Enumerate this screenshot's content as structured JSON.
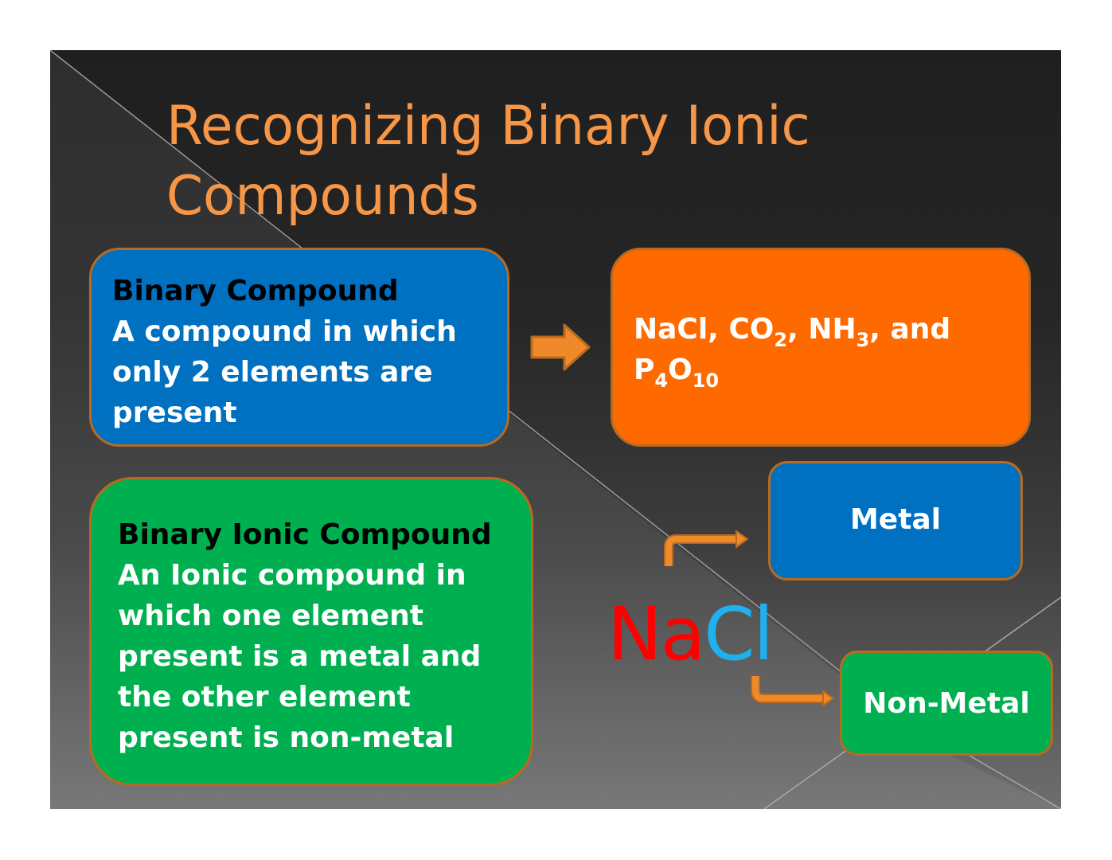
{
  "slide": {
    "title": "Recognizing Binary Ionic Compounds",
    "title_line1": "Recognizing Binary Ionic",
    "title_line2": "Compounds",
    "colors": {
      "title": "#f79646",
      "blue_box": "#0070c0",
      "orange_box": "#ff6a00",
      "green_box": "#00b050",
      "box_border": "#b96a1f",
      "arrow": "#f0892a",
      "na": "#ff0000",
      "cl": "#1fb1ef"
    },
    "binary_compound": {
      "heading": "Binary Compound",
      "line1": "A compound in which",
      "line2": "only 2 elements are",
      "line3": "present"
    },
    "examples": {
      "nacl": "NaCl, ",
      "co": "CO",
      "co_sub": "2",
      "sep1": ", NH",
      "nh_sub": "3",
      "and": ", and",
      "p": "P",
      "p_sub": "4",
      "o": "O",
      "o_sub": "10"
    },
    "binary_ionic_compound": {
      "heading": "Binary Ionic Compound",
      "line1": "An Ionic compound in",
      "line2": "which one element",
      "line3": "present is a metal and",
      "line4": "the other element",
      "line5": "present is non-metal"
    },
    "formula": {
      "metal_part": "Na",
      "nonmetal_part": "Cl"
    },
    "metal_label": "Metal",
    "nonmetal_label": "Non-Metal",
    "icons": [
      "right-arrow-icon",
      "bent-arrow-up-right-icon",
      "bent-arrow-down-right-icon"
    ]
  }
}
